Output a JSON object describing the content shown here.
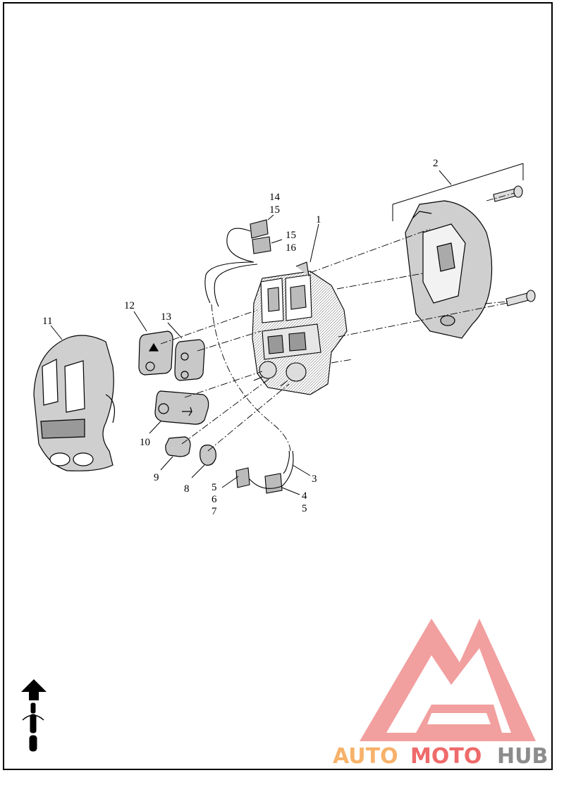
{
  "callouts": [
    "1",
    "2",
    "3",
    "4",
    "5",
    "5",
    "5",
    "6",
    "7",
    "8",
    "9",
    "10",
    "11",
    "12",
    "13",
    "14",
    "15",
    "15",
    "16"
  ],
  "watermark": {
    "part1": "AUTO",
    "part2": "MOTO",
    "part3": "HUB",
    "colors": {
      "orange": "#f7b26a",
      "red": "#ef6a6a",
      "grey": "#8c8c8c",
      "triangle": "#f08e8e"
    }
  },
  "icons": [
    "front-arrow-icon",
    "motorcycle-orientation-icon"
  ]
}
